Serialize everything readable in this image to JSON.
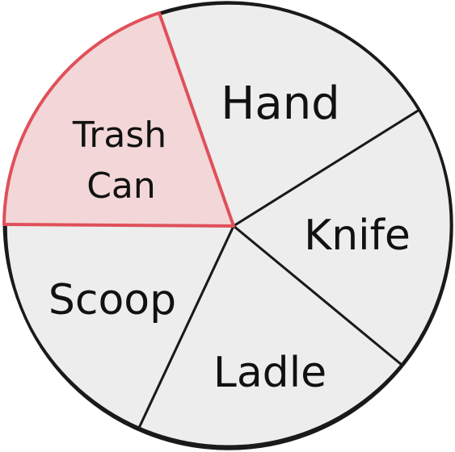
{
  "diagram": {
    "colors": {
      "wedge_fill": "#ededed",
      "highlight_fill": "#f3d7d8",
      "highlight_stroke": "#e0505a",
      "line": "#1a1a1a"
    },
    "sectors": [
      {
        "label_lines": [
          "Hand"
        ],
        "highlighted": false
      },
      {
        "label_lines": [
          "Knife"
        ],
        "highlighted": false
      },
      {
        "label_lines": [
          "Ladle"
        ],
        "highlighted": false
      },
      {
        "label_lines": [
          "Scoop"
        ],
        "highlighted": false
      },
      {
        "label_lines": [
          "Trash",
          "Can"
        ],
        "highlighted": true
      }
    ]
  }
}
